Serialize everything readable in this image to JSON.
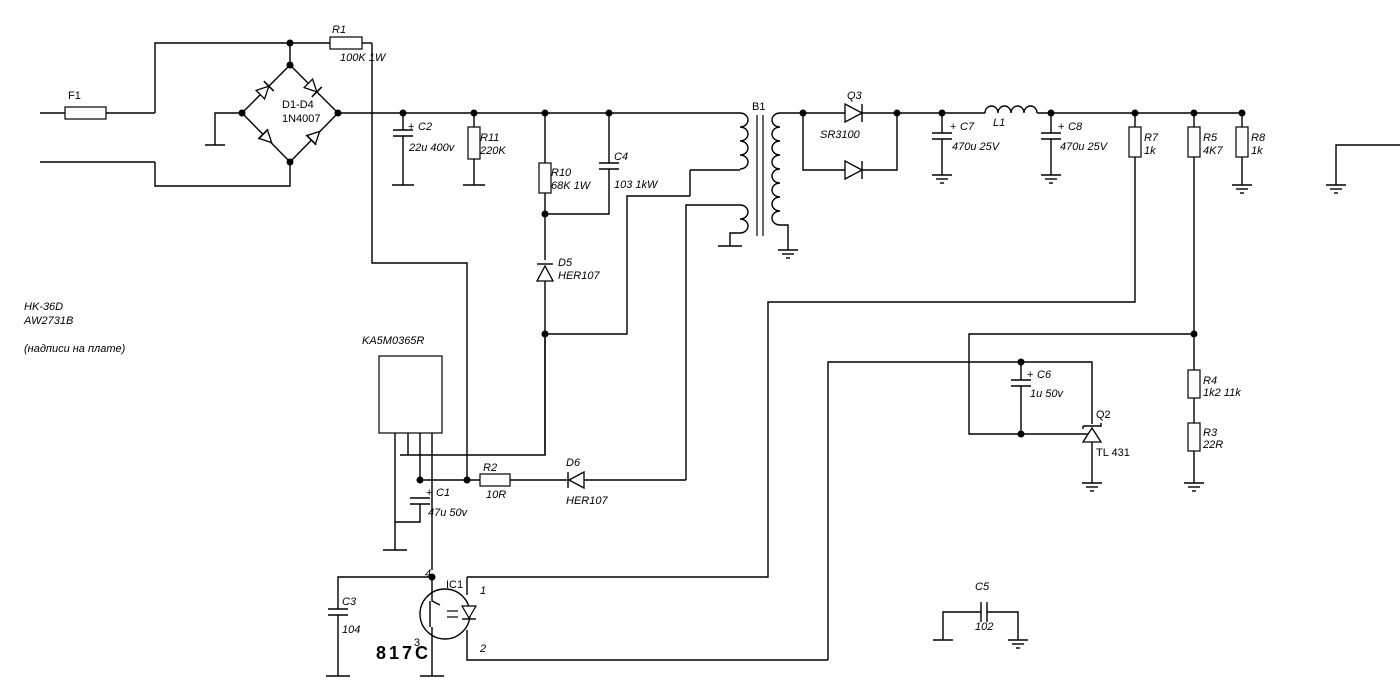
{
  "labels": {
    "f1": "F1",
    "r1": "R1",
    "r1_val": "100K 1W",
    "d1": "D1-D4",
    "d1_val": "1N4007",
    "c2": "C2",
    "c2_val": "22u 400v",
    "r11": "R11",
    "r11_val": "220K",
    "r10": "R10",
    "r10_val": "68K 1W",
    "c4": "C4",
    "c4_val": "103 1kW",
    "d5": "D5",
    "d5_val": "HER107",
    "b1": "B1",
    "q3": "Q3",
    "q3_val": "SR3100",
    "c7": "C7",
    "c7_val": "470u 25V",
    "l1": "L1",
    "c8": "C8",
    "c8_val": "470u 25V",
    "r7": "R7",
    "r7_val": "1k",
    "r5": "R5",
    "r5_val": "4K7",
    "r8": "R8",
    "r8_val": "1k",
    "c6": "C6",
    "c6_val": "1u 50v",
    "q2": "Q2",
    "q2_val": "TL 431",
    "r4": "R4",
    "r4_val": "1k2 11k",
    "r3": "R3",
    "r3_val": "22R",
    "ic": "KA5M0365R",
    "r2": "R2",
    "r2_val": "10R",
    "d6": "D6",
    "d6_val": "HER107",
    "c1": "C1",
    "c1_val": "47u 50v",
    "c3": "C3",
    "c3_val": "104",
    "ic1": "IC1",
    "opto": "817C",
    "pin1": "1",
    "pin2": "2",
    "pin3": "3",
    "pin4": "4",
    "c5": "C5",
    "c5_val": "102",
    "plus": "+"
  },
  "notes": {
    "line1": "HK-36D",
    "line2": "AW2731B",
    "line3": "(надписи на плате)"
  }
}
